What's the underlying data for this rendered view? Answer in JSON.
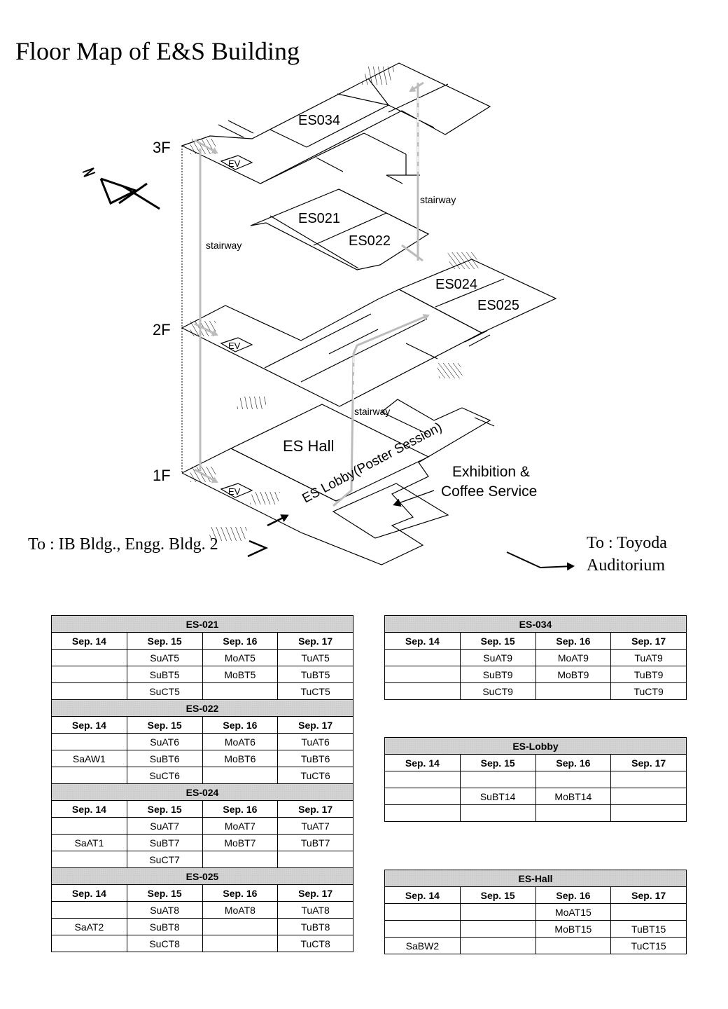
{
  "title": "Floor Map of E&S Building",
  "map": {
    "floors": [
      "3F",
      "2F",
      "1F"
    ],
    "rooms": {
      "es034": "ES034",
      "es021": "ES021",
      "es022": "ES022",
      "es024": "ES024",
      "es025": "ES025",
      "eshall": "ES Hall",
      "eslobby": "ES Lobby(Poster Session)"
    },
    "ev": "EV",
    "stairway": "stairway",
    "exhibition_line1": "Exhibition &",
    "exhibition_line2": "Coffee Service",
    "to_ib": "To : IB Bldg., Engg. Bldg. 2",
    "to_toyoda_line1": "To : Toyoda",
    "to_toyoda_line2": "Auditorium",
    "compass": "N"
  },
  "days": [
    "Sep. 14",
    "Sep. 15",
    "Sep. 16",
    "Sep. 17"
  ],
  "schedule_left": [
    {
      "room": "ES-021",
      "rows": [
        [
          "",
          "SuAT5",
          "MoAT5",
          "TuAT5"
        ],
        [
          "",
          "SuBT5",
          "MoBT5",
          "TuBT5"
        ],
        [
          "",
          "SuCT5",
          "",
          "TuCT5"
        ]
      ]
    },
    {
      "room": "ES-022",
      "rows": [
        [
          "",
          "SuAT6",
          "MoAT6",
          "TuAT6"
        ],
        [
          "SaAW1",
          "SuBT6",
          "MoBT6",
          "TuBT6"
        ],
        [
          "",
          "SuCT6",
          "",
          "TuCT6"
        ]
      ]
    },
    {
      "room": "ES-024",
      "rows": [
        [
          "",
          "SuAT7",
          "MoAT7",
          "TuAT7"
        ],
        [
          "SaAT1",
          "SuBT7",
          "MoBT7",
          "TuBT7"
        ],
        [
          "",
          "SuCT7",
          "",
          ""
        ]
      ]
    },
    {
      "room": "ES-025",
      "rows": [
        [
          "",
          "SuAT8",
          "MoAT8",
          "TuAT8"
        ],
        [
          "SaAT2",
          "SuBT8",
          "",
          "TuBT8"
        ],
        [
          "",
          "SuCT8",
          "",
          "TuCT8"
        ]
      ]
    }
  ],
  "schedule_es034": {
    "room": "ES-034",
    "rows": [
      [
        "",
        "SuAT9",
        "MoAT9",
        "TuAT9"
      ],
      [
        "",
        "SuBT9",
        "MoBT9",
        "TuBT9"
      ],
      [
        "",
        "SuCT9",
        "",
        "TuCT9"
      ]
    ]
  },
  "schedule_lobby": {
    "room": "ES-Lobby",
    "rows": [
      [
        "",
        "",
        "",
        ""
      ],
      [
        "",
        "SuBT14",
        "MoBT14",
        ""
      ],
      [
        "",
        "",
        "",
        ""
      ]
    ]
  },
  "schedule_hall": {
    "room": "ES-Hall",
    "rows": [
      [
        "",
        "",
        "MoAT15",
        ""
      ],
      [
        "",
        "",
        "MoBT15",
        "TuBT15"
      ],
      [
        "SaBW2",
        "",
        "",
        "TuCT15"
      ]
    ]
  }
}
